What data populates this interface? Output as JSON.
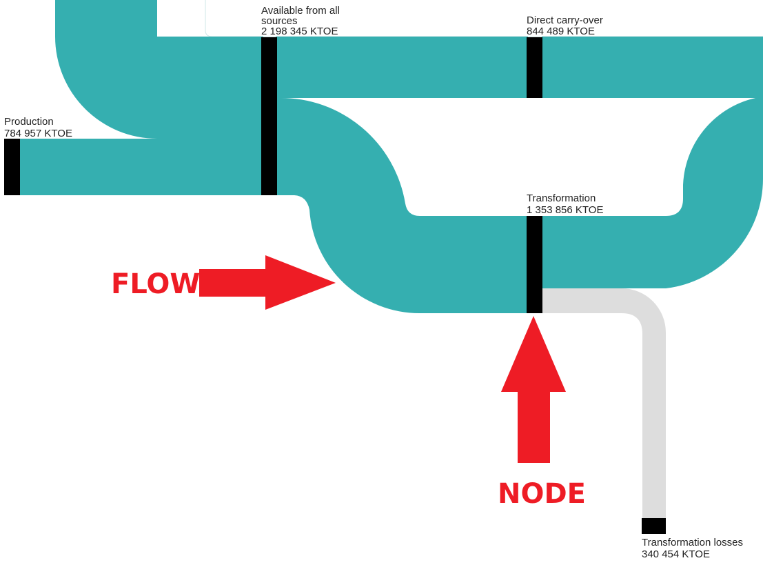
{
  "colors": {
    "flow": "#35afb0",
    "loss_flow": "#dddddd",
    "node": "#000000",
    "callout": "#ee1c25",
    "label": "#222222"
  },
  "nodes": {
    "production": {
      "name": "Production",
      "value": "784 957 KTOE"
    },
    "available": {
      "name_line1": "Available from all",
      "name_line2": "sources",
      "value": "2 198 345 KTOE"
    },
    "carry_over": {
      "name": "Direct carry-over",
      "value": "844 489 KTOE"
    },
    "transformation": {
      "name": "Transformation",
      "value": "1 353 856 KTOE"
    },
    "losses": {
      "name": "Transformation losses",
      "value": "340 454 KTOE"
    }
  },
  "callouts": {
    "flow": "FLOW",
    "node": "NODE"
  }
}
